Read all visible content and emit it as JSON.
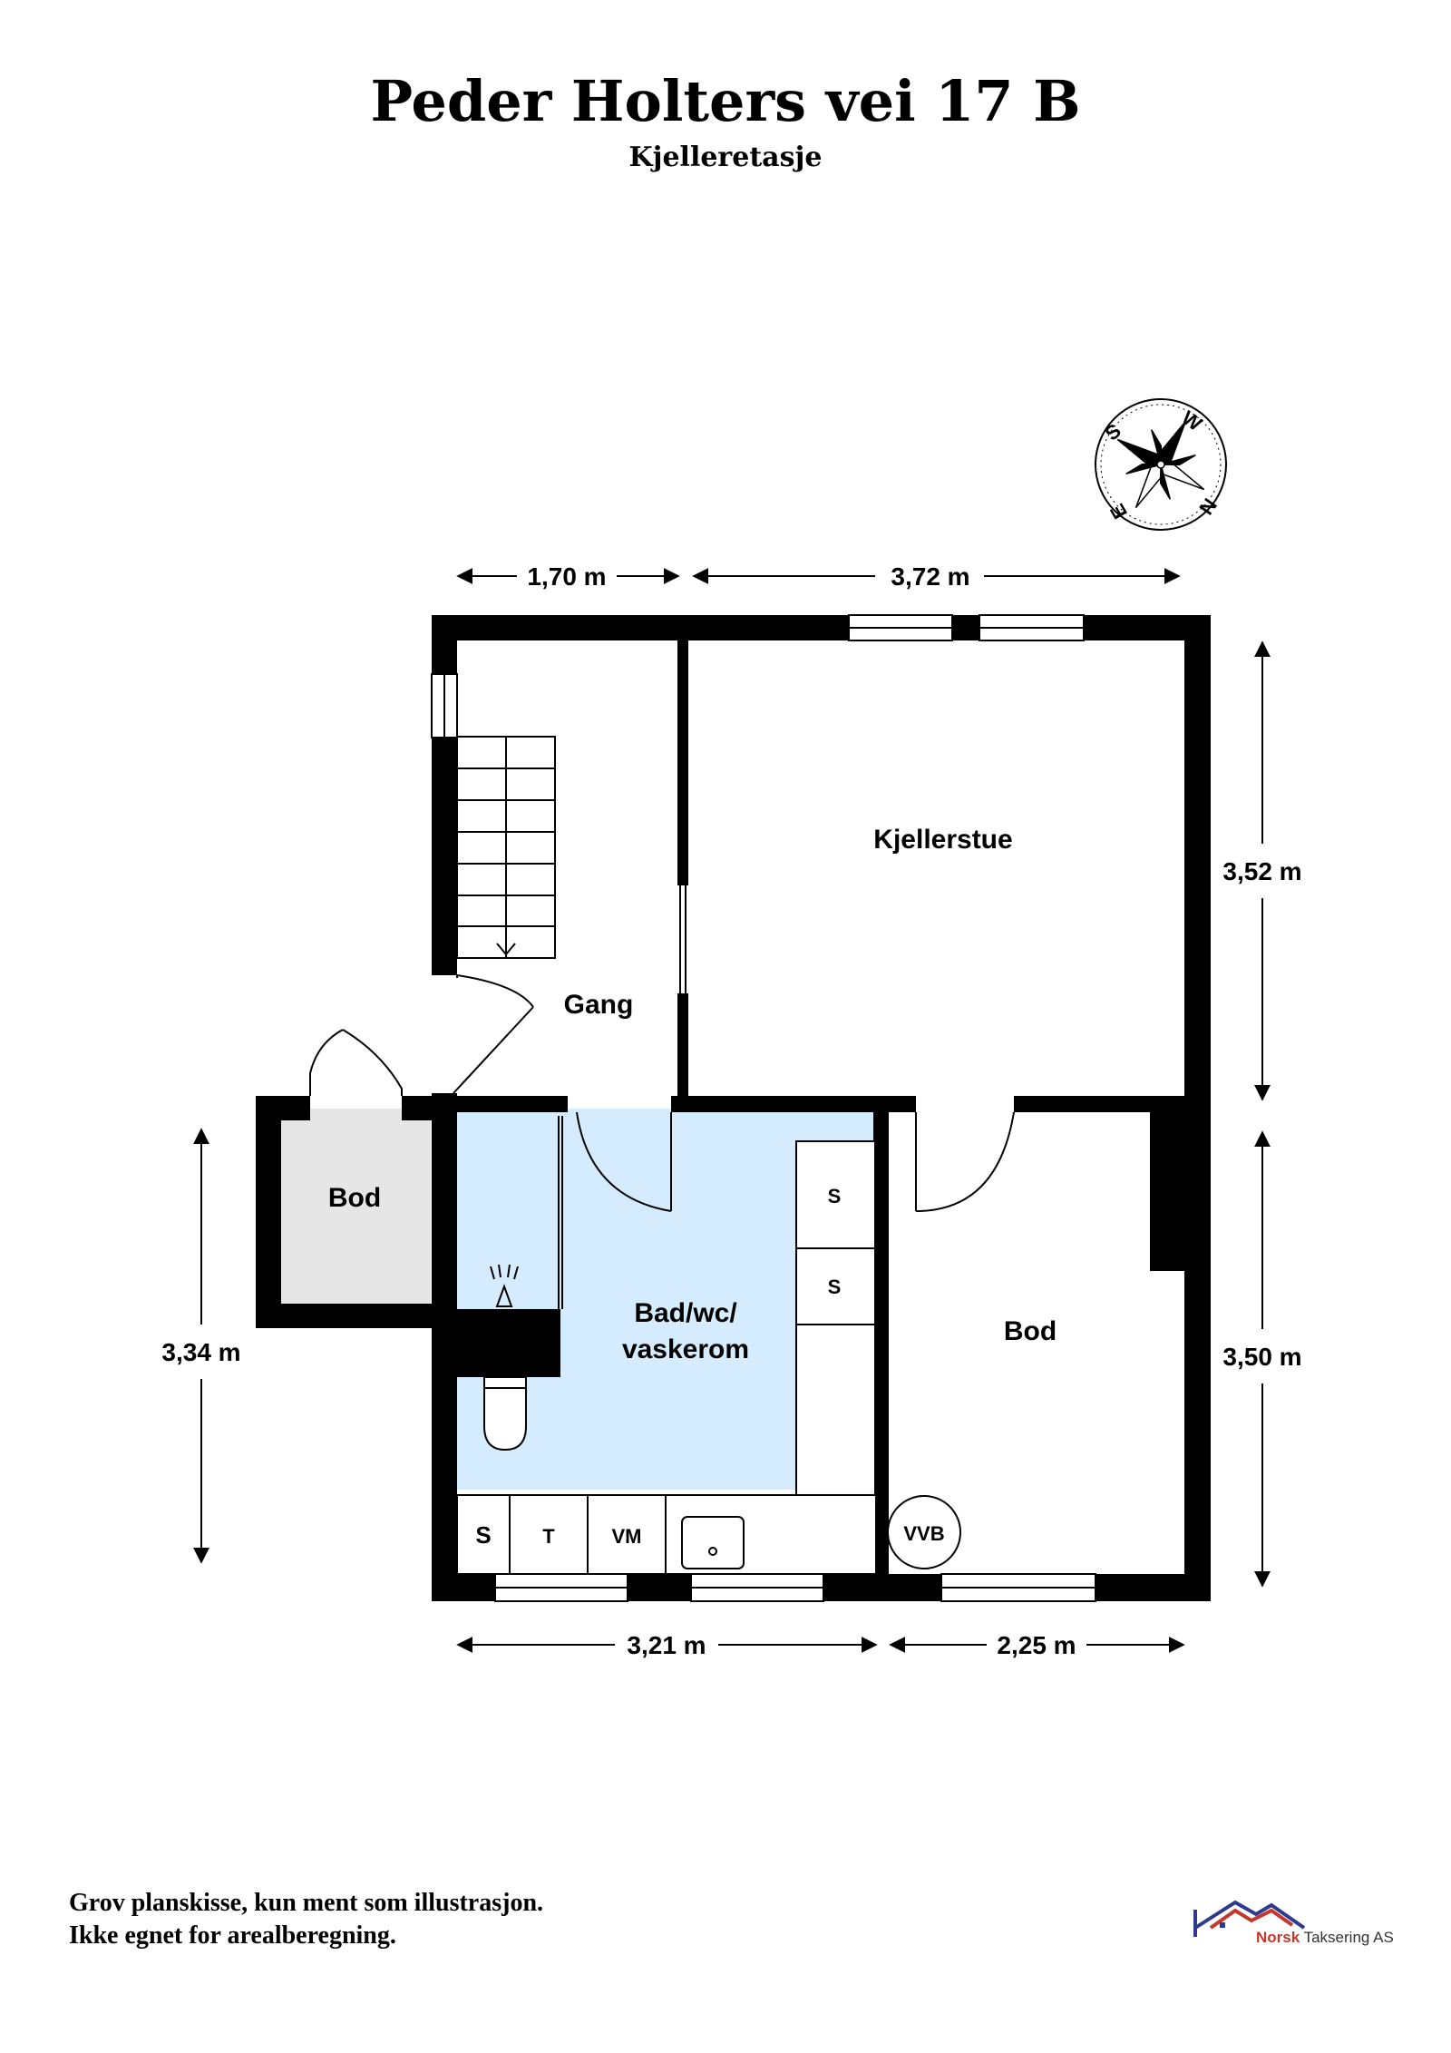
{
  "header": {
    "title": "Peder Holters vei 17 B",
    "subtitle": "Kjelleretasje"
  },
  "rooms": {
    "gang": "Gang",
    "kjellerstue": "Kjellerstue",
    "bod_small": "Bod",
    "bod_large": "Bod",
    "bad_line1": "Bad/wc/",
    "bad_line2": "vaskerom"
  },
  "fixtures": {
    "s_upper": "S",
    "s_lower": "S",
    "s_counter": "S",
    "t": "T",
    "vm": "VM",
    "vvb": "VVB"
  },
  "dimensions": {
    "top_left": "1,70 m",
    "top_right": "3,72 m",
    "right_upper": "3,52 m",
    "right_lower": "3,50 m",
    "left": "3,34 m",
    "bottom_left": "3,21 m",
    "bottom_right": "2,25 m"
  },
  "compass": {
    "s": "S",
    "w": "W",
    "n": "N",
    "e": "E"
  },
  "footer": {
    "note_line1": "Grov planskisse, kun ment som illustrasjon.",
    "note_line2": "Ikke egnet for arealberegning."
  },
  "logo": {
    "brand_a": "Norsk",
    "brand_b": " Taksering AS"
  },
  "colors": {
    "wall": "#000000",
    "bath_fill": "#d4ecfd",
    "storage_fill": "#e6e6e6",
    "logo_red": "#c0392b",
    "logo_blue": "#2e3a8c"
  }
}
